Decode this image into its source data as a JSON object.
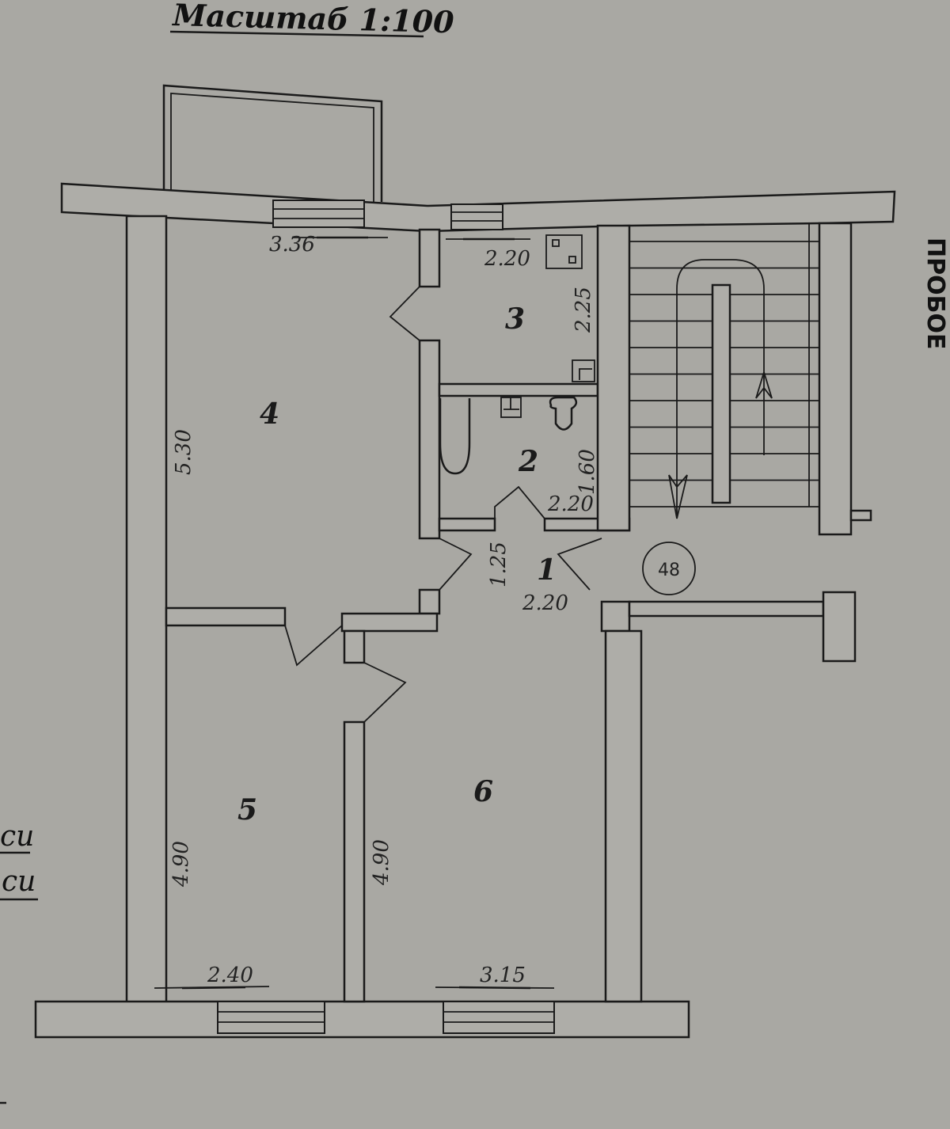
{
  "title": "Масштаб 1:100",
  "edge_text": "ПРОБОЕ",
  "side_labels": [
    "си",
    "си"
  ],
  "rooms": [
    {
      "number": "1",
      "dims": [
        "1.25",
        "2.20"
      ]
    },
    {
      "number": "2",
      "dims": [
        "1.60",
        "2.20"
      ]
    },
    {
      "number": "3",
      "dims": [
        "2.20",
        "2.25"
      ]
    },
    {
      "number": "4",
      "dims": [
        "3.36",
        "5.30"
      ]
    },
    {
      "number": "5",
      "dims": [
        "4.90",
        "2.40"
      ]
    },
    {
      "number": "6",
      "dims": [
        "4.90",
        "3.15"
      ]
    }
  ],
  "stair_marker": "48"
}
